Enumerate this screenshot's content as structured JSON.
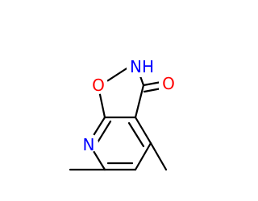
{
  "colors": {
    "background": "#ffffff",
    "bond": "#000000",
    "nitrogen": "#0000ff",
    "oxygen": "#ff0000"
  },
  "atoms": {
    "pyridine_n": "N",
    "ring_o": "O",
    "nh": "NH",
    "carbonyl_o": "O"
  }
}
